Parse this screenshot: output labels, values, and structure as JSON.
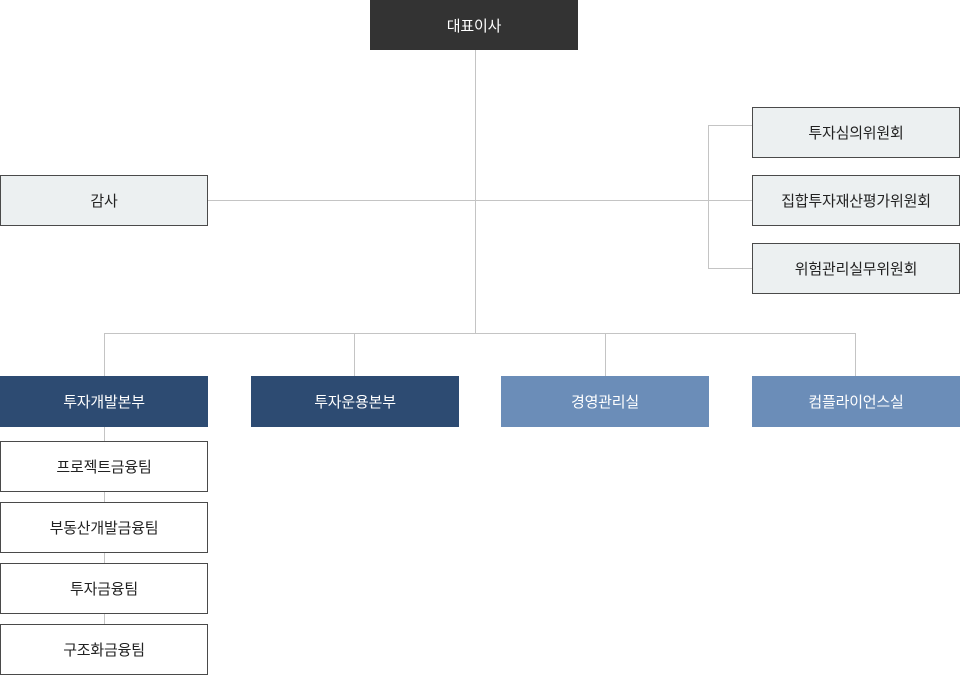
{
  "ceo": "대표이사",
  "audit": "감사",
  "committees": [
    "투자심의위원회",
    "집합투자재산평가위원회",
    "위험관리실무위원회"
  ],
  "divisions": [
    "투자개발본부",
    "투자운용본부",
    "경영관리실",
    "컴플라이언스실"
  ],
  "teams": [
    "프로젝트금융팀",
    "부동산개발금융팀",
    "투자금융팀",
    "구조화금융팀"
  ],
  "colors": {
    "ceo": "#333333",
    "navy": "#2d4b72",
    "blue": "#6b8db8",
    "gray_box": "#ecf0f1",
    "connector": "#c4c4c4"
  }
}
